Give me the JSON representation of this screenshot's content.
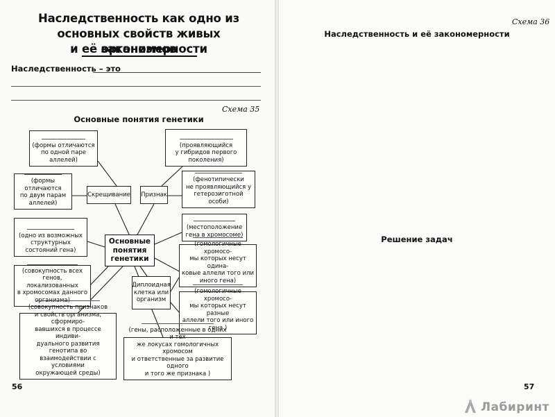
{
  "left_page": {
    "title_lines": [
      "Наследственность как одно из",
      "основных свойств живых организмов",
      "и её закономерности"
    ],
    "definition_label": "Наследственность – это",
    "scheme_label": "Схема 35",
    "scheme_title": "Основные понятия генетики",
    "center_term": "Основные\nпонятия\nгенетики",
    "terms": {
      "crossing": "Скрещивание",
      "trait": "Признак",
      "diploid": "Диплоидная\nклетка или\nорганизм"
    },
    "boxes": {
      "one_pair": "(формы отличаются\nпо одной паре\nаллелей)",
      "two_pairs": "(формы отличаются\nпо двум парам\nаллелей)",
      "state_gene": "(одно из возможных\nструктурных\nсостояний гена)",
      "all_genes": "(совокупность всех\nгенов, локализованных\nв хромосомах данного\nорганизма)",
      "phenotype": "(совокупность признаков\nи свойств организма, сформиро-\nвавшихся в процессе индиви-\nдуального развития генотипа во\nвзаимодействии с условиями\nокружающей среды)",
      "manifesting": "(проявляющийся\nу гибридов первого\nпоколения)",
      "not_manifesting": "(фенотипически\nне проявляющийся у\nгетерозиготной особи)",
      "location": "(местоположение\nгена в хромосоме)",
      "homo_same": "(гомологичные хромосо-\nмы которых несут одина-\nковые аллели того или\nиного гена)",
      "homo_diff": "(гомологичные хромосо-\nмы которых несут разные\nаллели того или иного\nгена )",
      "genes_same_loci": "(гены, расположенные в одних и тех\nже локусах гомологичных хромосом\nи ответственные за развитие одного\nи того же признака )"
    },
    "page_number": "56"
  },
  "right_page": {
    "scheme_label": "Схема 36",
    "title": "Наследственность и её закономерности",
    "subtitle": "Решение задач",
    "page_number": "57"
  },
  "watermark": {
    "text": "Лабиринт",
    "icon": "labirint-logo-icon"
  }
}
